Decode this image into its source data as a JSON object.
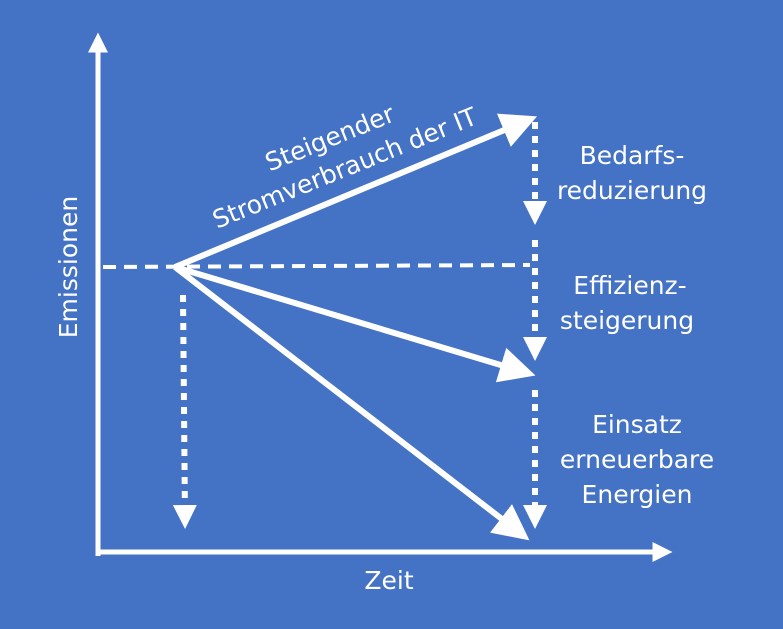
{
  "axes": {
    "y_label": "Emissionen",
    "x_label": "Zeit"
  },
  "trend": {
    "line1": "Steigender",
    "line2": "Stromverbrauch der IT"
  },
  "measures": [
    {
      "lines": [
        "Bedarfs-",
        "reduzierung"
      ]
    },
    {
      "lines": [
        "Effizienz-",
        "steigerung"
      ]
    },
    {
      "lines": [
        "Einsatz",
        "erneuerbare",
        "Energien"
      ]
    }
  ],
  "colors": {
    "background": "#4472C4",
    "foreground": "#FFFFFF"
  }
}
